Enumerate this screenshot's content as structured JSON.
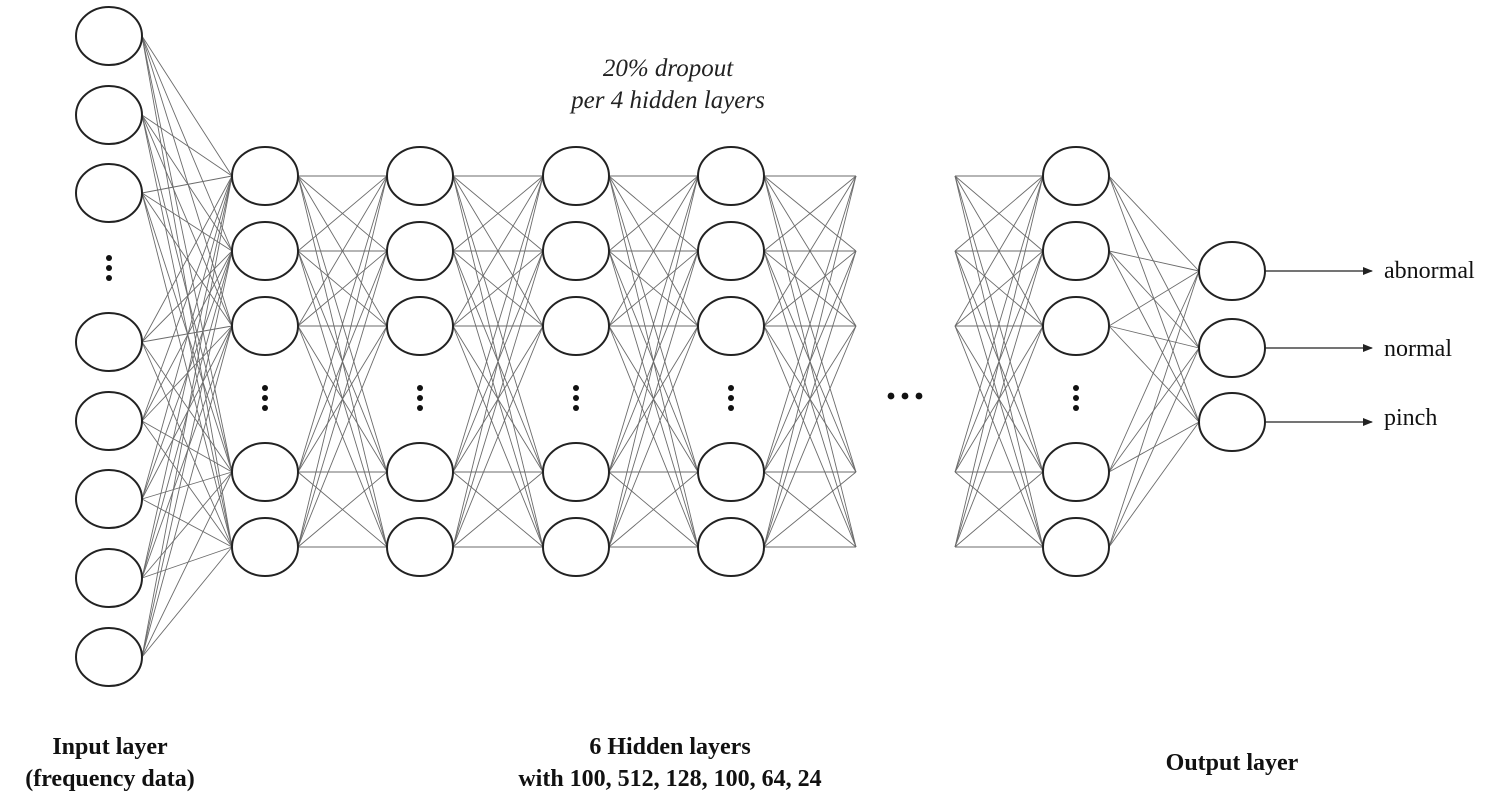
{
  "dropout_note": {
    "line1": "20% dropout",
    "line2": "per 4 hidden layers"
  },
  "labels": {
    "input_line1": "Input layer",
    "input_line2": "(frequency data)",
    "hidden_line1": "6 Hidden layers",
    "hidden_line2": "with 100, 512, 128, 100, 64, 24",
    "output": "Output layer"
  },
  "outputs": [
    "abnormal",
    "normal",
    "pinch"
  ],
  "colors": {
    "node_stroke": "#222222",
    "edge": "#6b6b6b",
    "text": "#111111"
  }
}
